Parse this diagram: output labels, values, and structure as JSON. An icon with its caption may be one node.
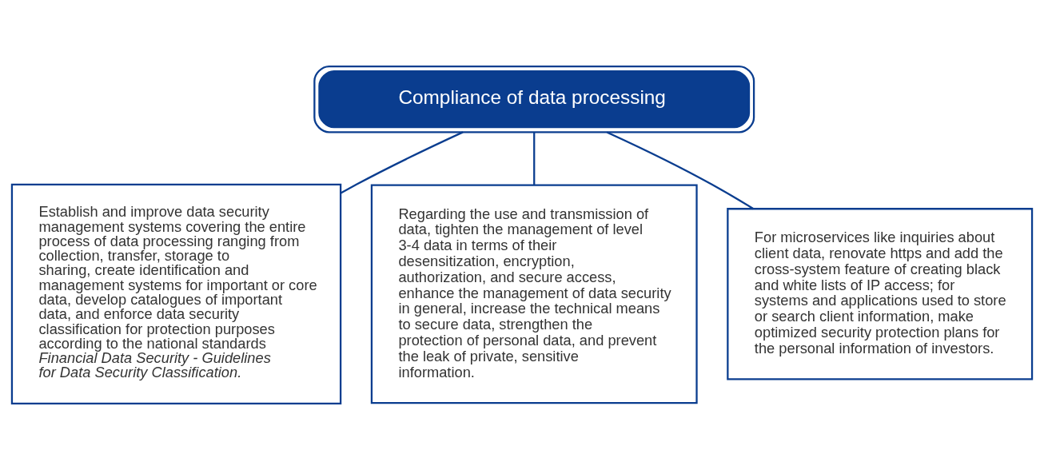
{
  "diagram": {
    "nodes": [
      {
        "text": [
          "Compliance of data processing"
        ]
      },
      {
        "text": [
          "Establish and improve data security management systems covering the entire process of data processing ranging from collection, transfer, storage to sharing, create identification and management systems for important or core data, develop catalogues of important data, and enforce data security classification for protection purposes according to the national standards *Financial Data Security - Guidelines for Data Security Classification.*"
        ]
      },
      {
        "text": [
          "Regarding the use and transmission of data, tighten the management of level 3-4 data in terms of their desensitization, encryption, authorization, and secure access, enhance the management of data security in general, increase the technical means to secure data, strengthen the protection of personal data, and prevent the leak of private, sensitive information."
        ]
      },
      {
        "text": [
          "For microservices like inquiries about client data, renovate https and add the cross-system feature of creating black and white lists of IP access; for systems and applications used to store or search client information, make optimized security protection plans for the personal information of investors."
        ]
      }
    ],
    "edges": [
      {
        "from": 0,
        "to": 1,
        "arrow": "none"
      },
      {
        "from": 0,
        "to": 2,
        "arrow": "none"
      },
      {
        "from": 0,
        "to": 3,
        "arrow": "none"
      }
    ]
  }
}
